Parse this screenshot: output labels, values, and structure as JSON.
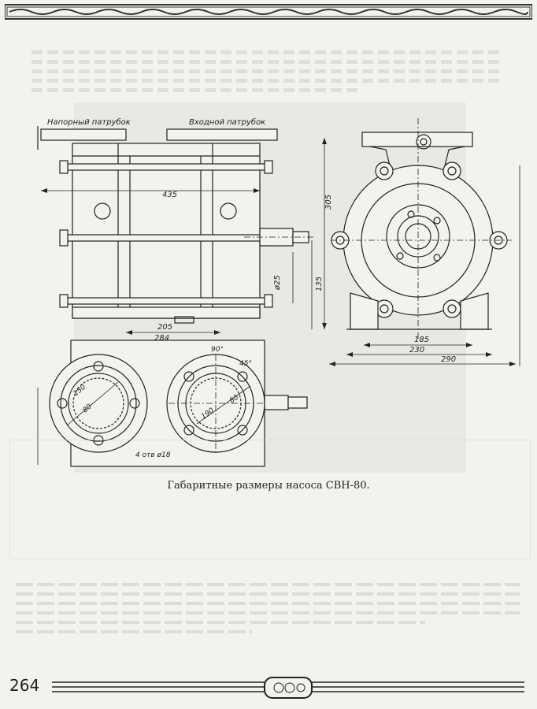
{
  "labels": {
    "pressure_pipe": "Напорный патрубок",
    "inlet_pipe": "Входной патрубок",
    "holes": "4 отв ø18"
  },
  "dimensions": {
    "d435": "435",
    "d305": "305",
    "d135": "135",
    "d25": "ø25",
    "d205": "205",
    "d284": "284",
    "d185": "185",
    "d230": "230",
    "d290": "290",
    "d150": "150",
    "d80a": "80",
    "d190": "190",
    "d80b": "80",
    "a90": "90°",
    "a45": "45°"
  },
  "caption": "Габаритные размеры насоса СВН-80.",
  "page_number": "264"
}
